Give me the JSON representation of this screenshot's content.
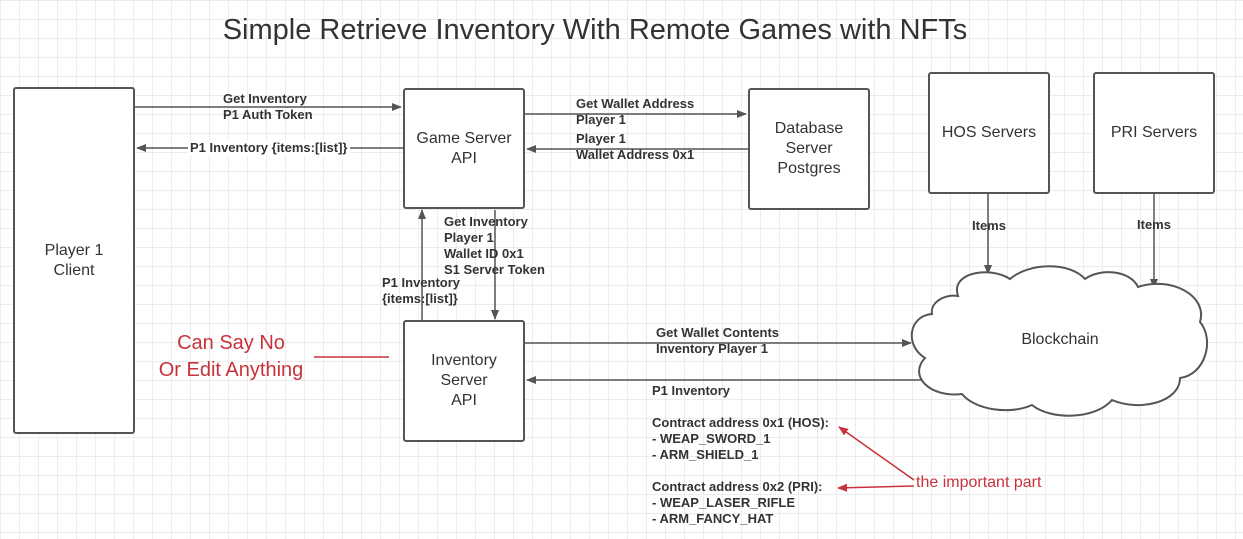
{
  "title": "Simple Retrieve Inventory With Remote Games with NFTs",
  "nodes": {
    "player_client": "Player 1\nClient",
    "game_server": "Game Server\nAPI",
    "database_server": "Database\nServer\nPostgres",
    "hos_servers": "HOS Servers",
    "pri_servers": "PRI Servers",
    "inventory_server": "Inventory\nServer\nAPI",
    "blockchain": "Blockchain"
  },
  "edges": {
    "client_to_game": "Get Inventory\nP1 Auth Token",
    "game_to_client": "P1 Inventory {items:[list]}",
    "game_to_db": "Get Wallet Address\nPlayer 1",
    "db_to_game": "Player 1\nWallet Address 0x1",
    "game_to_inventory": "Get Inventory\nPlayer 1\nWallet ID 0x1\nS1 Server Token",
    "inventory_to_game": "P1 Inventory\n{items:[list]}",
    "hos_to_blockchain": "Items",
    "pri_to_blockchain": "Items",
    "inventory_to_blockchain": "Get Wallet Contents\nInventory Player 1",
    "blockchain_to_inventory": "P1 Inventory\n\nContract address 0x1 (HOS):\n- WEAP_SWORD_1\n- ARM_SHIELD_1\n\nContract address 0x2 (PRI):\n- WEAP_LASER_RIFLE\n- ARM_FANCY_HAT"
  },
  "annotations": {
    "can_say_no": "Can Say No\nOr Edit Anything",
    "important_part": "the important part"
  },
  "colors": {
    "line": "#555555",
    "annotation": "#c8323a",
    "grid": "#ececec"
  }
}
